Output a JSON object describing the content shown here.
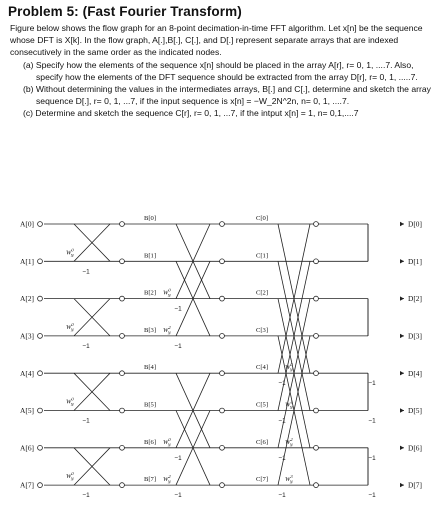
{
  "problem": {
    "title": "Problem 5: (Fast Fourier Transform)",
    "intro": "Figure below shows the flow graph for an 8-point decimation-in-time FFT algorithm. Let x[n] be the sequence whose DFT is X[k]. In the flow graph, A[.],B[.], C[.], and D[.] represent separate arrays that are indexed consecutively in the same order as the indicated nodes.",
    "part_a": "(a) Specify how the elements of the sequence x[n] should be placed in the array A[r], r= 0, 1, ....7. Also, specify how the elements of the DFT sequence should be extracted from the array D[r], r= 0, 1, .....7.",
    "part_b": "(b) Without determining the values in the intermediates arrays, B[.] and C[.], determine and sketch the array sequence D[.], r= 0, 1, ...7, if the input sequence is x[n] = −W_2N^2n, n= 0, 1, ....7.",
    "part_c": "(c) Determine and sketch the sequence C[r], r= 0, 1, ...7, if the intput x[n] = 1, n= 0,1,....7"
  },
  "flow_graph": {
    "inputs": [
      "A[0]",
      "A[1]",
      "A[2]",
      "A[3]",
      "A[4]",
      "A[5]",
      "A[6]",
      "A[7]"
    ],
    "stage_b": [
      "B[0]",
      "B[1]",
      "B[2]",
      "B[3]",
      "B[4]",
      "B[5]",
      "B[6]",
      "B[7]"
    ],
    "stage_c": [
      "C[0]",
      "C[1]",
      "C[2]",
      "C[3]",
      "C[4]",
      "C[5]",
      "C[6]",
      "C[7]"
    ],
    "outputs": [
      "D[0]",
      "D[1]",
      "D[2]",
      "D[3]",
      "D[4]",
      "D[5]",
      "D[6]",
      "D[7]"
    ],
    "stage1_twiddle": {
      "base": "W",
      "sub": "N",
      "exp": "0"
    },
    "stage2_twiddles": [
      null,
      null,
      {
        "base": "W",
        "sub": "N",
        "exp": "0"
      },
      {
        "base": "W",
        "sub": "N",
        "exp": "2"
      },
      null,
      null,
      {
        "base": "W",
        "sub": "N",
        "exp": "0"
      },
      {
        "base": "W",
        "sub": "N",
        "exp": "2"
      }
    ],
    "stage3_twiddles": [
      null,
      null,
      null,
      null,
      {
        "base": "W",
        "sub": "N",
        "exp": "0"
      },
      {
        "base": "W",
        "sub": "N",
        "exp": "1"
      },
      {
        "base": "W",
        "sub": "N",
        "exp": "2"
      },
      {
        "base": "W",
        "sub": "N",
        "exp": "3"
      }
    ],
    "negation_label": "−1"
  }
}
